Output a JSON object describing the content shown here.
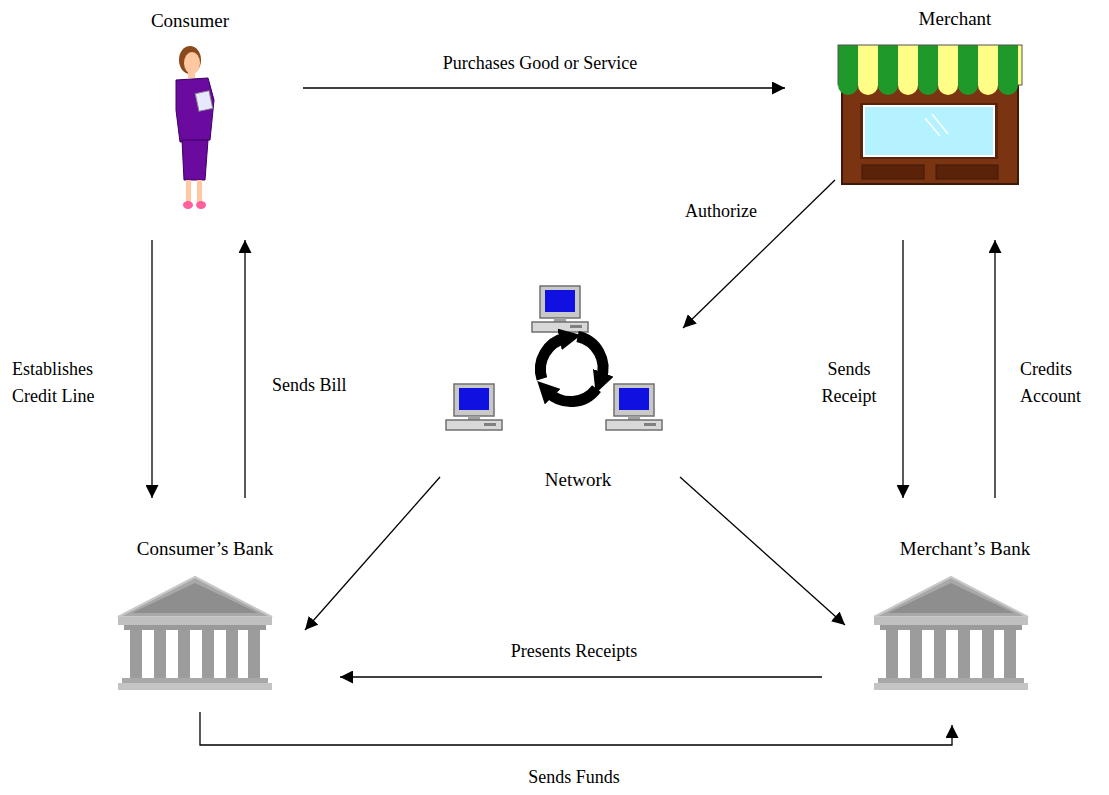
{
  "diagram": {
    "nodes": [
      {
        "text": [
          "Consumer"
        ]
      },
      {
        "text": [
          "Merchant"
        ]
      },
      {
        "text": [
          "Network"
        ]
      },
      {
        "text": [
          "Consumer’s Bank"
        ]
      },
      {
        "text": [
          "Merchant’s Bank"
        ]
      }
    ],
    "edges": [
      {
        "from": 0,
        "to": 1,
        "label": "Purchases Good or Service",
        "arrow": "to"
      },
      {
        "from": 1,
        "to": 2,
        "label": "Authorize",
        "arrow": "to"
      },
      {
        "from": 0,
        "to": 3,
        "label": "Establishes Credit Line",
        "arrow": "to"
      },
      {
        "from": 3,
        "to": 0,
        "label": "Sends Bill",
        "arrow": "to"
      },
      {
        "from": 1,
        "to": 4,
        "label": "Sends Receipt",
        "arrow": "to"
      },
      {
        "from": 4,
        "to": 1,
        "label": "Credits Account",
        "arrow": "to"
      },
      {
        "from": 2,
        "to": 3,
        "arrow": "to"
      },
      {
        "from": 2,
        "to": 4,
        "arrow": "to"
      },
      {
        "from": 4,
        "to": 3,
        "label": "Presents Receipts",
        "arrow": "to"
      },
      {
        "from": 3,
        "to": 4,
        "label": "Sends Funds",
        "arrow": "to"
      }
    ]
  }
}
